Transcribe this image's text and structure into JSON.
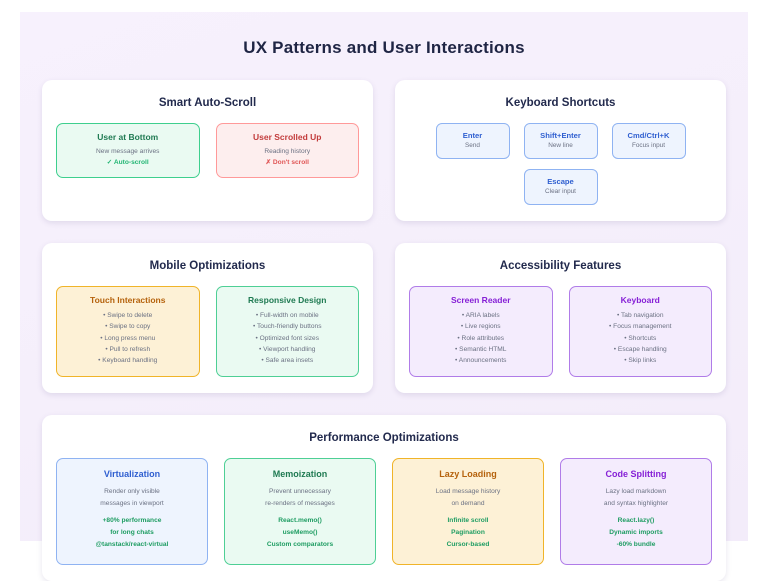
{
  "page": {
    "title": "UX Patterns and User Interactions"
  },
  "panels": {
    "auto_scroll": {
      "title": "Smart Auto-Scroll",
      "cards": [
        {
          "title": "User at Bottom",
          "desc": "New message arrives",
          "accent": "✓ Auto-scroll",
          "variant": "v-green"
        },
        {
          "title": "User Scrolled Up",
          "desc": "Reading history",
          "accent": "✗ Don't scroll",
          "variant": "v-red"
        }
      ]
    },
    "keyboard": {
      "title": "Keyboard Shortcuts",
      "keys_row1": [
        {
          "label": "Enter",
          "desc": "Send"
        },
        {
          "label": "Shift+Enter",
          "desc": "New line"
        },
        {
          "label": "Cmd/Ctrl+K",
          "desc": "Focus input"
        }
      ],
      "keys_row2": [
        {
          "label": "Escape",
          "desc": "Clear input"
        }
      ]
    },
    "mobile": {
      "title": "Mobile Optimizations",
      "cards": [
        {
          "title": "Touch Interactions",
          "variant": "v-amber",
          "items": [
            "• Swipe to delete",
            "• Swipe to copy",
            "• Long press menu",
            "• Pull to refresh",
            "• Keyboard handling"
          ]
        },
        {
          "title": "Responsive Design",
          "variant": "v-green-soft",
          "items": [
            "• Full-width on mobile",
            "• Touch-friendly buttons",
            "• Optimized font sizes",
            "• Viewport handling",
            "• Safe area insets"
          ]
        }
      ]
    },
    "accessibility": {
      "title": "Accessibility Features",
      "cards": [
        {
          "title": "Screen Reader",
          "variant": "v-purple",
          "items": [
            "• ARIA labels",
            "• Live regions",
            "• Role attributes",
            "• Semantic HTML",
            "• Announcements"
          ]
        },
        {
          "title": "Keyboard",
          "variant": "v-purple",
          "items": [
            "• Tab navigation",
            "• Focus management",
            "• Shortcuts",
            "• Escape handling",
            "• Skip links"
          ]
        }
      ]
    },
    "performance": {
      "title": "Performance Optimizations",
      "cards": [
        {
          "title": "Virtualization",
          "variant": "v-blue-soft",
          "desc": [
            "Render only visible",
            "messages in viewport"
          ],
          "accent": [
            "+80% performance",
            "for long chats",
            "@tanstack/react-virtual"
          ]
        },
        {
          "title": "Memoization",
          "variant": "v-green-soft",
          "desc": [
            "Prevent unnecessary",
            "re-renders of messages"
          ],
          "accent": [
            "React.memo()",
            "useMemo()",
            "Custom comparators"
          ]
        },
        {
          "title": "Lazy Loading",
          "variant": "v-amber",
          "desc": [
            "Load message history",
            "on demand"
          ],
          "accent": [
            "Infinite scroll",
            "Pagination",
            "Cursor-based"
          ]
        },
        {
          "title": "Code Splitting",
          "variant": "v-purple",
          "desc": [
            "Lazy load markdown",
            "and syntax highlighter"
          ],
          "accent": [
            "React.lazy()",
            "Dynamic imports",
            "-60% bundle"
          ]
        }
      ]
    }
  },
  "colors": {
    "page_bg": "#f5effb",
    "title": "#1f2544",
    "green": "#22b573",
    "red": "#e05656",
    "blue": "#2f5fd0",
    "amber": "#f0b429",
    "purple": "#8620d6"
  }
}
